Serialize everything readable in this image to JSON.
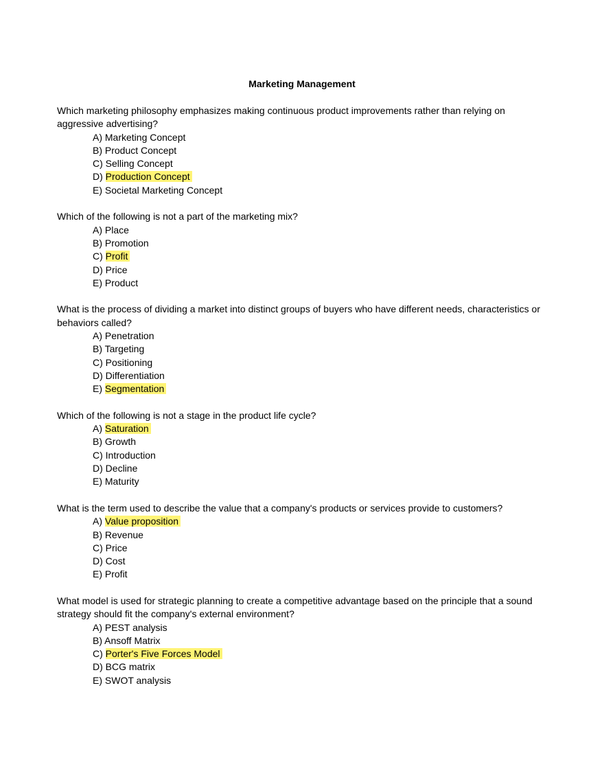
{
  "document": {
    "title": "Marketing Management"
  },
  "colors": {
    "highlight": "#fff475",
    "text": "#000000",
    "page": "#ffffff"
  },
  "questions": [
    {
      "text": "Which marketing philosophy emphasizes making continuous product improvements rather than relying on aggressive advertising?",
      "options": [
        {
          "prefix": "A) ",
          "label": "Marketing Concept"
        },
        {
          "prefix": "B) ",
          "label": "Product Concept"
        },
        {
          "prefix": "C) ",
          "label": "Selling Concept"
        },
        {
          "prefix": "D) ",
          "label": "Production Concept",
          "highlighted": true
        },
        {
          "prefix": "E) ",
          "label": "Societal Marketing Concept"
        }
      ]
    },
    {
      "text": "Which of the following is not a part of the marketing mix?",
      "options": [
        {
          "prefix": "A) ",
          "label": "Place"
        },
        {
          "prefix": "B) ",
          "label": "Promotion"
        },
        {
          "prefix": "C) ",
          "label": "Profit",
          "highlighted": true
        },
        {
          "prefix": "D) ",
          "label": "Price"
        },
        {
          "prefix": "E) ",
          "label": "Product"
        }
      ]
    },
    {
      "text": "What is the process of dividing a market into distinct groups of buyers who have different needs, characteristics or behaviors called?",
      "options": [
        {
          "prefix": "A) ",
          "label": "Penetration"
        },
        {
          "prefix": "B) ",
          "label": "Targeting"
        },
        {
          "prefix": "C) ",
          "label": "Positioning"
        },
        {
          "prefix": "D) ",
          "label": "Differentiation"
        },
        {
          "prefix": "E) ",
          "label": "Segmentation",
          "highlighted": true
        }
      ]
    },
    {
      "text": "Which of the following is not a stage in the product life cycle?",
      "options": [
        {
          "prefix": "A) ",
          "label": "Saturation",
          "highlighted": true
        },
        {
          "prefix": "B) ",
          "label": "Growth"
        },
        {
          "prefix": "C) ",
          "label": "Introduction"
        },
        {
          "prefix": "D) ",
          "label": "Decline"
        },
        {
          "prefix": "E) ",
          "label": "Maturity"
        }
      ]
    },
    {
      "text": "What is the term used to describe the value that a company's products or services provide to customers?",
      "options": [
        {
          "prefix": "A) ",
          "label": "Value proposition",
          "highlighted": true
        },
        {
          "prefix": "B) ",
          "label": "Revenue"
        },
        {
          "prefix": "C) ",
          "label": "Price"
        },
        {
          "prefix": "D) ",
          "label": "Cost"
        },
        {
          "prefix": "E) ",
          "label": "Profit"
        }
      ]
    },
    {
      "text": "What model is used for strategic planning to create a competitive advantage based on the principle that a sound strategy should fit the company's external environment?",
      "options": [
        {
          "prefix": "A) ",
          "label": "PEST analysis"
        },
        {
          "prefix": "B) ",
          "label": "Ansoff Matrix"
        },
        {
          "prefix": "C) ",
          "label": "Porter's Five Forces Model",
          "highlighted": true
        },
        {
          "prefix": "D) ",
          "label": "BCG matrix"
        },
        {
          "prefix": "E) ",
          "label": "SWOT analysis"
        }
      ]
    }
  ]
}
